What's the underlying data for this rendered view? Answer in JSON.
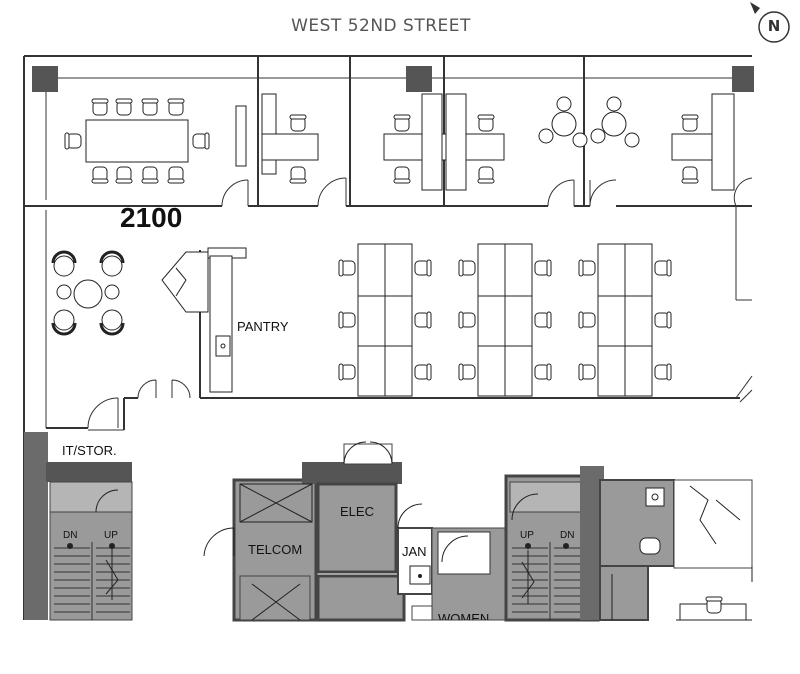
{
  "street": "WEST 52ND STREET",
  "north_label": "N",
  "suite_number": "2100",
  "rooms": {
    "pantry": "PANTRY",
    "it_storage": "IT/STOR.",
    "elec": "ELEC",
    "telcom": "TELCOM",
    "jan": "JAN",
    "women": "WOMEN"
  },
  "stairs": {
    "left_dn": "DN",
    "left_up": "UP",
    "right_up": "UP",
    "right_dn": "DN"
  },
  "colors": {
    "wall": "#4a4a4a",
    "core_fill": "#9a9a9a",
    "core_dark": "#6b6b6b",
    "line": "#222222"
  }
}
